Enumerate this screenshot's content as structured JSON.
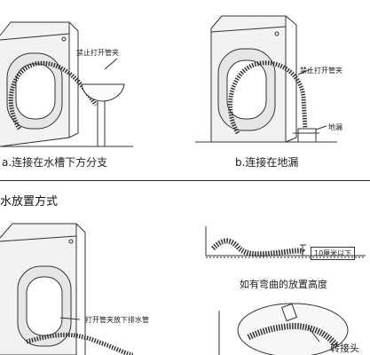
{
  "top": {
    "a_caption": "a.连接在水槽下方分支",
    "b_caption": "b.连接在地漏",
    "callout_no_clamp_a": "禁止打开管夹",
    "callout_no_clamp_b": "禁止打开管夹",
    "callout_floor_drain": "地漏"
  },
  "section": {
    "heading": "水放置方式"
  },
  "bottom": {
    "callout_open_clamp": "打开管夹放下排水管",
    "height_label": "10厘米以下",
    "bend_caption": "如有弯曲的放置高度",
    "adapter_label": "转接头"
  }
}
